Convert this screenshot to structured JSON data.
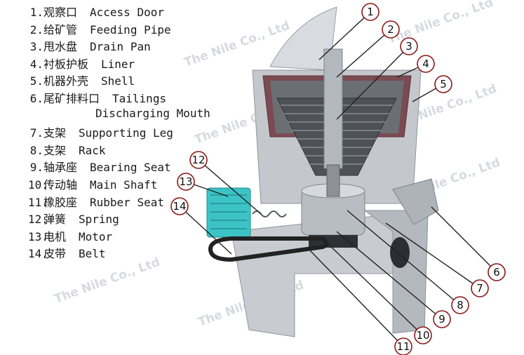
{
  "legend": [
    {
      "num": "1.",
      "cn": "观察口",
      "en": "Access Door"
    },
    {
      "num": "2.",
      "cn": "给矿管",
      "en": "Feeding Pipe"
    },
    {
      "num": "3.",
      "cn": "甩水盘",
      "en": "Drain Pan"
    },
    {
      "num": "4.",
      "cn": "衬板护板",
      "en": "Liner"
    },
    {
      "num": "5.",
      "cn": "机器外壳",
      "en": "Shell"
    },
    {
      "num": "6.",
      "cn": "尾矿排料口",
      "en": "Tailings"
    },
    {
      "num": "",
      "cn": "",
      "en": "Discharging Mouth"
    },
    {
      "num": "7.",
      "cn": "支架",
      "en": "Supporting Leg"
    },
    {
      "num": "8.",
      "cn": "支架",
      "en": "Rack"
    },
    {
      "num": "9.",
      "cn": "轴承座",
      "en": "Bearing Seat"
    },
    {
      "num": "10.",
      "cn": "传动轴",
      "en": "Main Shaft"
    },
    {
      "num": "11.",
      "cn": "橡胶座",
      "en": "Rubber Seat"
    },
    {
      "num": "12.",
      "cn": "弹簧",
      "en": "Spring"
    },
    {
      "num": "13.",
      "cn": "电机",
      "en": "Motor"
    },
    {
      "num": "14.",
      "cn": "皮带",
      "en": "Belt"
    }
  ],
  "callouts": [
    "1",
    "2",
    "3",
    "4",
    "5",
    "6",
    "7",
    "8",
    "9",
    "10",
    "11",
    "12",
    "13",
    "14"
  ],
  "watermark": "The Nile Co., Ltd",
  "colors": {
    "shell": "#c4c8cd",
    "shell_dark": "#8f959c",
    "liner": "#7b4a52",
    "motor": "#3cc3c6",
    "belt": "#222222",
    "callout_line": "#222222"
  }
}
